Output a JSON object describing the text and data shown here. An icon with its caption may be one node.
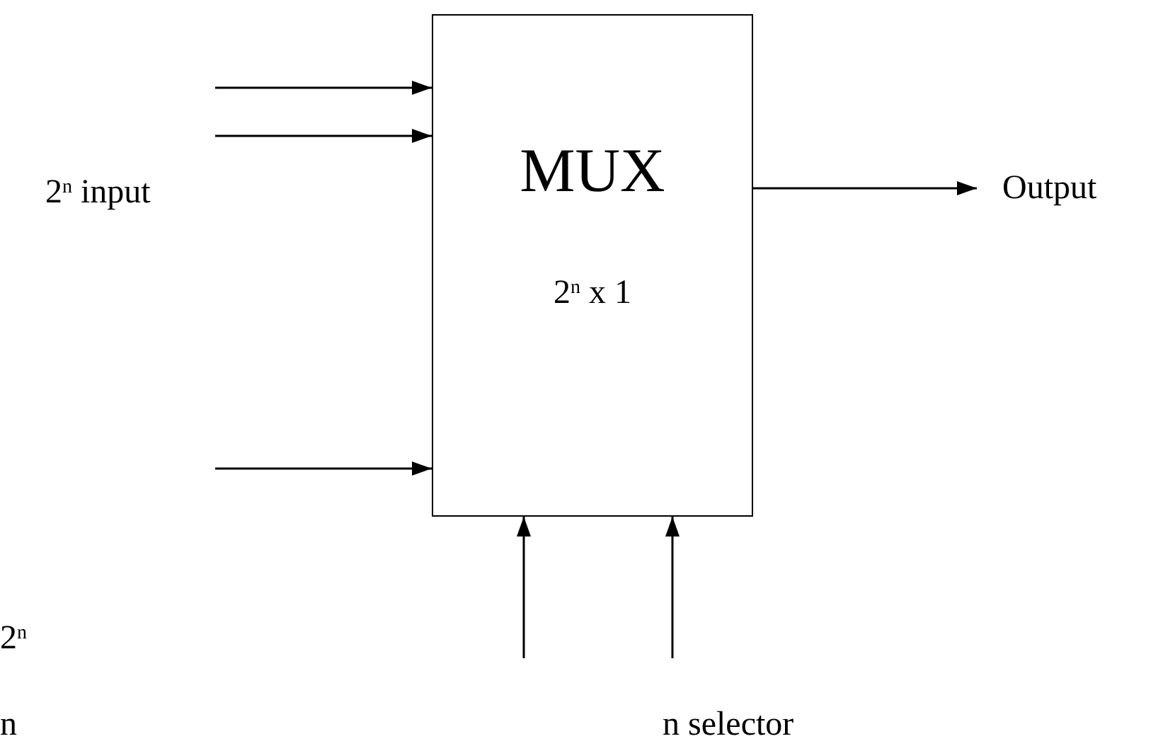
{
  "diagram": {
    "nodes": [
      {
        "text": [
          "MUX",
          "2$^{n}$ x 1"
        ]
      },
      {
        "text": [
          "Output"
        ]
      }
    ],
    "edges": [
      {
        "from": null,
        "to": 0,
        "arrow": "to"
      },
      {
        "from": null,
        "to": 0,
        "arrow": "to"
      },
      {
        "from": null,
        "to": 0,
        "arrow": "to"
      },
      {
        "from": 0,
        "to": 1,
        "arrow": "to"
      },
      {
        "from": null,
        "to": 0,
        "arrow": "to"
      },
      {
        "from": null,
        "to": 0,
        "arrow": "to"
      }
    ],
    "labels": [
      "2$^{n}$ input",
      "2$^{n}$",
      "n",
      "n selector"
    ]
  }
}
